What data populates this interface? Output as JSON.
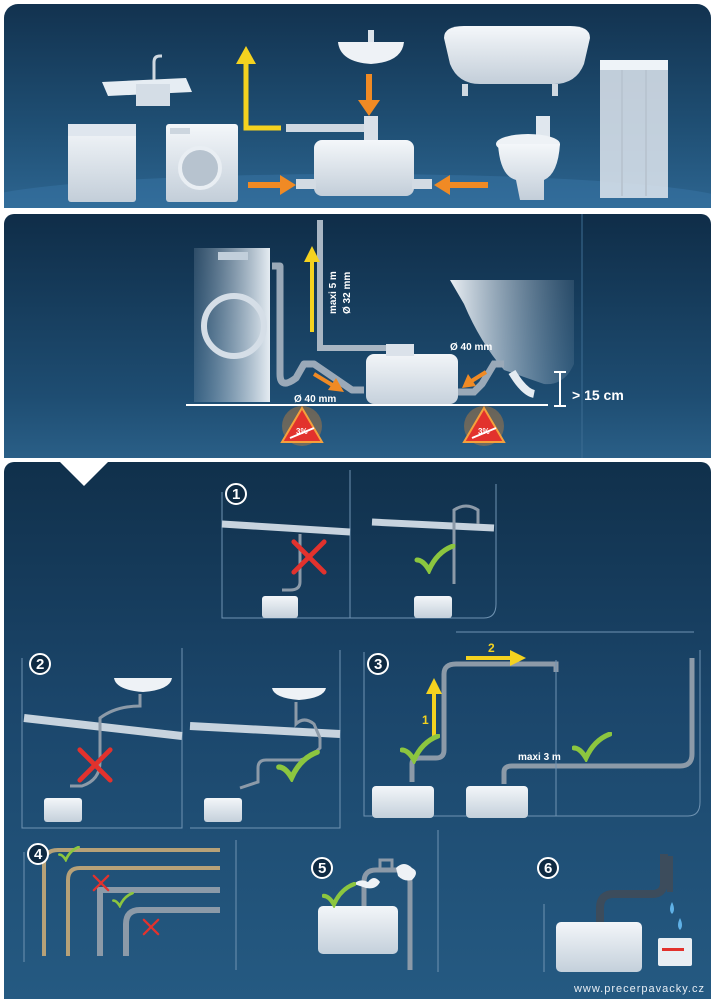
{
  "panel2": {
    "vertical_pipe_label_1": "maxi 5 m",
    "vertical_pipe_label_2": "Ø 32 mm",
    "inlet_left_label": "Ø 40 mm",
    "inlet_right_label": "Ø 40 mm",
    "height_label": "> 15 cm",
    "slope_badge_left": "3%",
    "slope_badge_right": "3%"
  },
  "rules": {
    "step1_number": "1",
    "step2_number": "2",
    "step3_number": "3",
    "step4_number": "4",
    "step5_number": "5",
    "step6_number": "6",
    "step3_arrow_up_label": "1",
    "step3_arrow_right_label": "2",
    "step3_max_label": "maxi 3 m"
  },
  "watermark": "www.precerpavacky.cz",
  "colors": {
    "arrow_orange": "#f08a24",
    "arrow_yellow": "#f4d21f",
    "check_green": "#8cc63f",
    "cross_red": "#e2322d"
  }
}
